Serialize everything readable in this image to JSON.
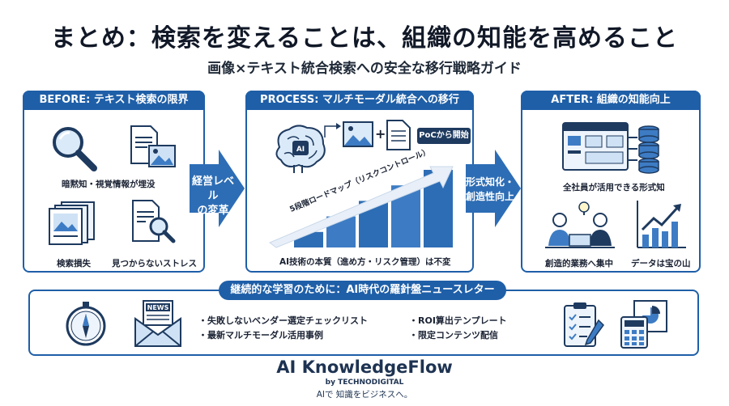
{
  "title": "まとめ：検索を変えることは、組織の知能を高めること",
  "subtitle": "画像×テキスト統合検索への安全な移行戦略ガイド",
  "colors": {
    "accent": "#1f5fa8",
    "text": "#1a2233",
    "brand": "#1e3352"
  },
  "before": {
    "header": "BEFORE: テキスト検索の限界",
    "items": [
      {
        "label": "暗黙知・視覚情報が埋没",
        "icon": "magnifier-icon"
      },
      {
        "label": "",
        "icon": "image-document-icon"
      },
      {
        "label": "検索損失",
        "icon": "image-documents-stack-icon"
      },
      {
        "label": "見つからないストレス",
        "icon": "document-search-icon"
      }
    ]
  },
  "arrow1": {
    "label_line1": "経営レベル",
    "label_line2": "の変革"
  },
  "process": {
    "header": "PROCESS: マルチモーダル統合への移行",
    "poc_label": "PoCから開始",
    "roadmap_label": "5段階ロードマップ（リスクコントロール）",
    "brain_text": "AI",
    "plus": "+",
    "caption": "AI技術の本質（進め方・リスク管理）は不変",
    "chart_data": {
      "type": "bar",
      "categories": [
        "1",
        "2",
        "3",
        "4",
        "5"
      ],
      "values": [
        1,
        2,
        3,
        4,
        5
      ],
      "title": "",
      "xlabel": "",
      "ylabel": "",
      "ylim": [
        0,
        5
      ]
    }
  },
  "arrow2": {
    "label_line1": "形式知化・",
    "label_line2": "創造性向上"
  },
  "after": {
    "header": "AFTER: 組織の知能向上",
    "items": [
      {
        "label": "全社員が活用できる形式知",
        "icon": "knowledge-base-icon"
      },
      {
        "label": "創造的業務へ集中",
        "icon": "collaboration-icon"
      },
      {
        "label": "データは宝の山",
        "icon": "growth-chart-icon"
      }
    ]
  },
  "newsletter": {
    "header": "継続的な学習のために：AI時代の羅針盤ニュースレター",
    "news_badge": "NEWS",
    "bullets_left": [
      "・失敗しないベンダー選定チェックリスト",
      "・最新マルチモーダル活用事例"
    ],
    "bullets_right": [
      "・ROI算出テンプレート",
      "・限定コンテンツ配信"
    ]
  },
  "brand": {
    "name": "AI KnowledgeFlow",
    "by": "by TECHNODIGITAL",
    "tagline": "AIで 知識をビジネスへ。"
  }
}
